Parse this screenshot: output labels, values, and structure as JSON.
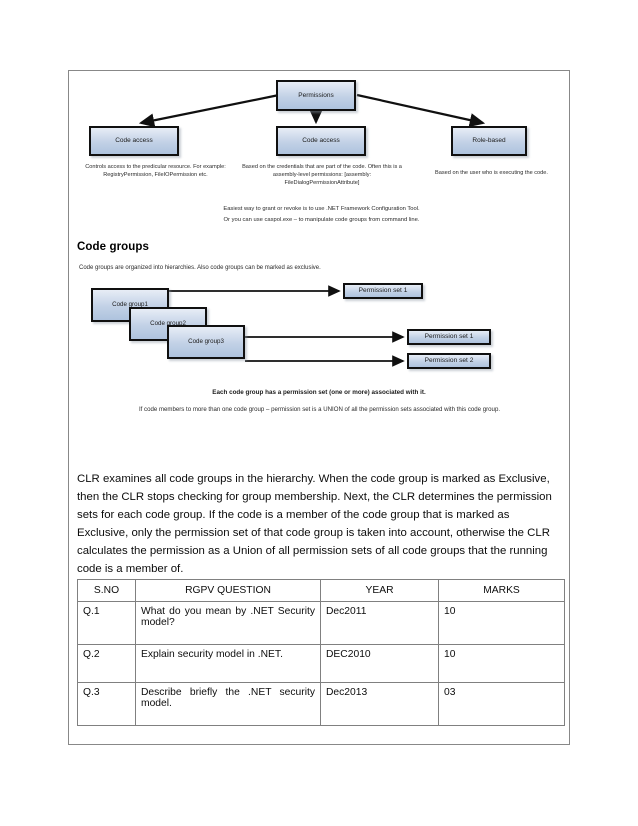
{
  "document": {
    "heading": "Code groups",
    "body_paragraph": "CLR examines all code groups in the hierarchy. When the code group is marked as Exclusive, then the CLR stops checking for group membership. Next, the CLR determines the permission sets for each code group. If the code is a member of the code group that is marked as Exclusive, only the permission set of that code group is taken into account, otherwise the CLR calculates the permission as a Union of all permission sets of all code groups that the running code is a member of."
  },
  "diagram_permissions": {
    "root": "Permissions",
    "nodes": [
      {
        "label": "Code access",
        "caption": "Controls access to the predicular resource. For example: RegistryPermission, FileIOPermission etc."
      },
      {
        "label": "Code access",
        "caption": "Based on the credentials that are part of the code. Often this is a assembly-level permissions: [assembly: FileDialogPermissionAttribute]"
      },
      {
        "label": "Role-based",
        "caption": "Based on the user who is executing the code."
      }
    ],
    "footer_line1": "Easiest way to grant or revoke is to use .NET Framework Configuration Tool.",
    "footer_line2": "Or you can use caspol.exe – to manipulate code groups from command line."
  },
  "diagram_code_groups": {
    "top_caption": "Code groups are organized into hierarchies. Also code groups can be marked as exclusive.",
    "groups": [
      "Code group1",
      "Code group2",
      "Code group3"
    ],
    "permission_sets": [
      "Permission set 1",
      "Permission set 1",
      "Permission set 2"
    ],
    "note_bold": "Each code group has a permission set (one or more) associated with it.",
    "note_plain": "If code members to more than one code group – permission set is a UNION of all the permission sets associated with this code group."
  },
  "table": {
    "headers": [
      "S.NO",
      "RGPV QUESTION",
      "YEAR",
      "MARKS"
    ],
    "rows": [
      {
        "sno": "Q.1",
        "question": "What do you mean by .NET Security model?",
        "year": "Dec2011",
        "marks": "10"
      },
      {
        "sno": "Q.2",
        "question": "Explain security model in .NET.",
        "year": "DEC2010",
        "marks": "10"
      },
      {
        "sno": "Q.3",
        "question": "Describe briefly the .NET security model.",
        "year": "Dec2013",
        "marks": "03"
      }
    ]
  },
  "colors": {
    "box_fill": "#c2d1e6",
    "box_border": "#101010",
    "table_border": "#808080",
    "page_border": "#888888"
  }
}
